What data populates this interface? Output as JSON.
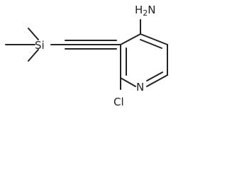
{
  "molecule": {
    "atoms": {
      "amine": {
        "main": "H",
        "sub": "2",
        "tail": "N"
      },
      "nitrogen": "N",
      "chlorine": "Cl",
      "silicon": "Si"
    }
  }
}
